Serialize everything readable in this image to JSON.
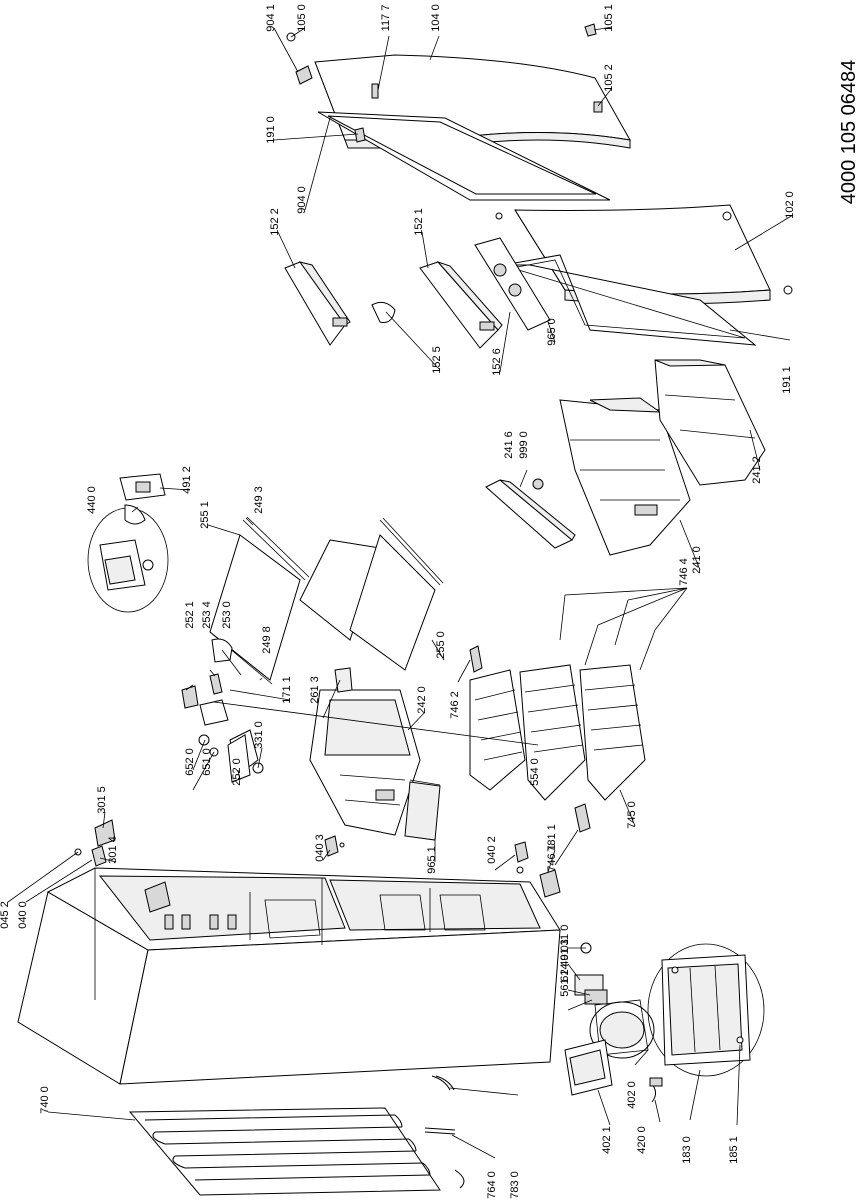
{
  "document_number": "4000 105 06484",
  "part_labels": [
    "904 1",
    "105 0",
    "117 7",
    "104 0",
    "105 1",
    "105 2",
    "191 0",
    "904 0",
    "102 0",
    "152 2",
    "152 1",
    "965 0",
    "191 1",
    "152 5",
    "152 6",
    "241 6",
    "999 0",
    "241 2",
    "440 0",
    "491 2",
    "255 1",
    "249 3",
    "252 1",
    "253 4",
    "253 0",
    "249 8",
    "255 0",
    "261 3",
    "171 1",
    "242 0",
    "554 0",
    "652 0",
    "651 0",
    "252 0",
    "331 0",
    "746 2",
    "746 4",
    "241 0",
    "301 5",
    "301 4",
    "040 3",
    "965 1",
    "045 2",
    "040 0",
    "040 2",
    "781 1",
    "746 1",
    "745 0",
    "011 0",
    "491 3",
    "614 0",
    "561 2",
    "740 0",
    "402 0",
    "402 1",
    "420 0",
    "183 0",
    "185 1",
    "764 0",
    "783 0"
  ]
}
